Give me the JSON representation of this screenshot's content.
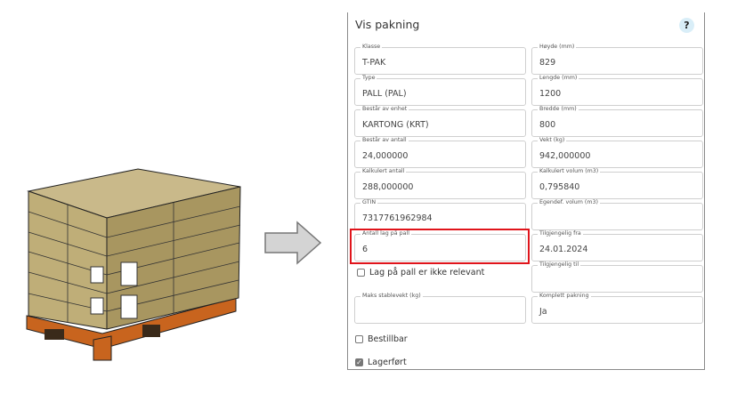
{
  "panel": {
    "title": "Vis pakning",
    "help_label": "?",
    "fields_left": [
      {
        "label": "Klasse",
        "value": "T-PAK"
      },
      {
        "label": "Type",
        "value": "PALL (PAL)"
      },
      {
        "label": "Består av enhet",
        "value": "KARTONG (KRT)"
      },
      {
        "label": "Består av antall",
        "value": "24,000000"
      },
      {
        "label": "Kalkulert antall",
        "value": "288,000000"
      },
      {
        "label": "GTIN",
        "value": "7317761962984"
      },
      {
        "label": "Antall lag på pall",
        "value": "6"
      }
    ],
    "fields_right": [
      {
        "label": "Høyde (mm)",
        "value": "829"
      },
      {
        "label": "Lengde (mm)",
        "value": "1200"
      },
      {
        "label": "Bredde (mm)",
        "value": "800"
      },
      {
        "label": "Vekt (kg)",
        "value": "942,000000"
      },
      {
        "label": "Kalkulert volum (m3)",
        "value": "0,795840"
      },
      {
        "label": "Egendef. volum (m3)",
        "value": ""
      },
      {
        "label": "Tilgjengelig fra",
        "value": "24.01.2024"
      },
      {
        "label": "Tilgjengelig til",
        "value": ""
      },
      {
        "label": "Komplett pakning",
        "value": "Ja"
      }
    ],
    "maks_stablevekt": {
      "label": "Maks stablevekt (kg)",
      "value": ""
    },
    "checkboxes": [
      {
        "label": "Lag på pall er ikke relevant",
        "checked": false
      },
      {
        "label": "Bestillbar",
        "checked": false
      },
      {
        "label": "Lagerført",
        "checked": true
      }
    ],
    "highlight_color": "#e0141b"
  }
}
